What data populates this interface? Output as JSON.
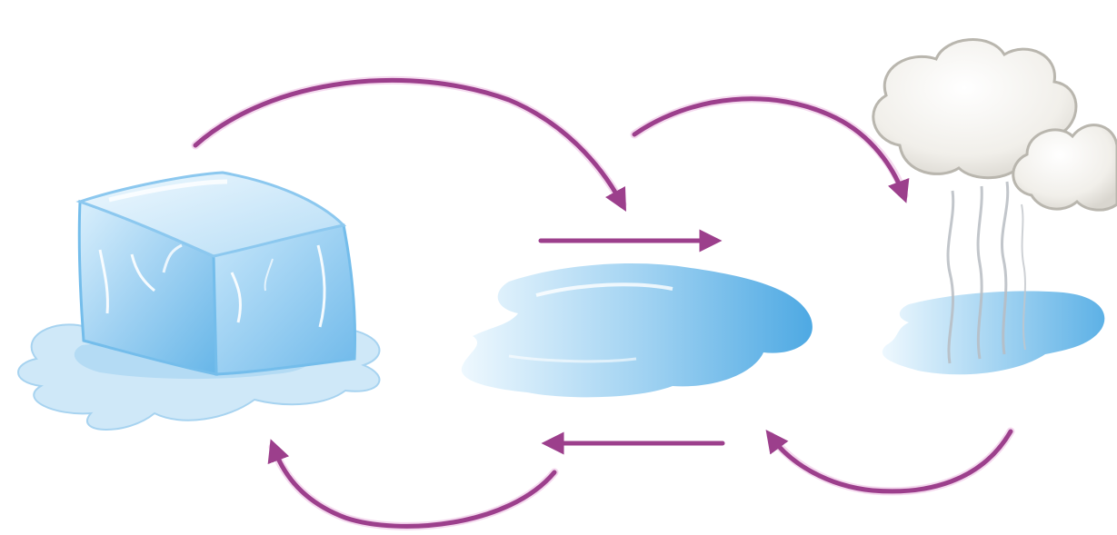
{
  "diagram": {
    "stages": [
      {
        "id": "solid",
        "icon": "ice-cube-icon"
      },
      {
        "id": "liquid",
        "icon": "water-puddle-icon"
      },
      {
        "id": "gas",
        "icon": "steam-cloud-icon"
      }
    ],
    "transitions": [
      {
        "from": "solid",
        "to": "liquid"
      },
      {
        "from": "liquid",
        "to": "gas"
      },
      {
        "from": "gas",
        "to": "liquid"
      },
      {
        "from": "liquid",
        "to": "solid"
      }
    ],
    "colors": {
      "arrow": "#9c3f8c",
      "arrow_glow": "#f4d9ee",
      "ice_light": "#e3f3fd",
      "ice_mid": "#a9d6f4",
      "ice_dark": "#5aaee6",
      "water_light": "#e8f6fd",
      "water_dark": "#4ea9e3",
      "cloud_fill": "#f6f5f2",
      "cloud_edge": "#b9b6ae",
      "steam": "#b7bcc2"
    }
  }
}
